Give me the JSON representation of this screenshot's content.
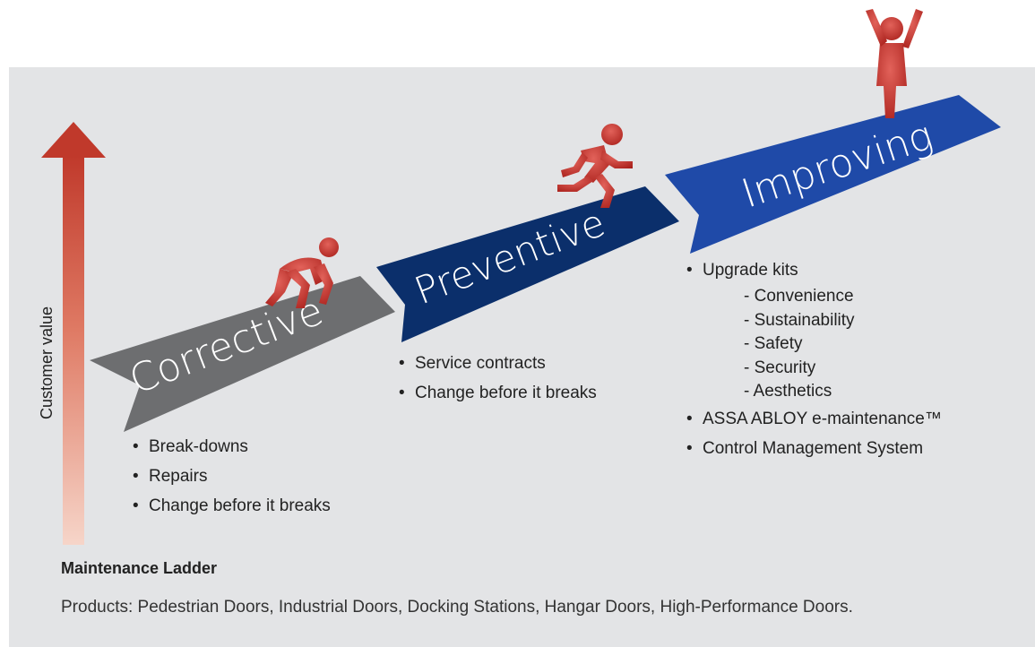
{
  "axis_label": "Customer value",
  "stages": [
    {
      "name": "Corrective",
      "color": "#6d6e70"
    },
    {
      "name": "Preventive",
      "color": "#0b2f6b"
    },
    {
      "name": "Improving",
      "color": "#1f4aa8"
    }
  ],
  "corrective_items": [
    "Break-downs",
    "Repairs",
    "Change before it breaks"
  ],
  "preventive_items": [
    "Service contracts",
    "Change before it breaks"
  ],
  "improving": {
    "upgrade_kits": "Upgrade kits",
    "sub_items": [
      "- Convenience",
      "- Sustainability",
      "- Safety",
      "- Security",
      "- Aesthetics"
    ],
    "items": [
      "ASSA ABLOY e-maintenance™",
      "Control Management System"
    ]
  },
  "caption": {
    "title": "Maintenance Ladder",
    "text": "Products:  Pedestrian Doors, Industrial Doors, Docking Stations, Hangar Doors, High-Performance Doors."
  },
  "icons": [
    "crouching-person-icon",
    "running-person-icon",
    "cheering-person-icon"
  ],
  "colors": {
    "figure_red": "#c8312a",
    "arrow_red": "#c0392b",
    "background": "#e3e4e6"
  }
}
